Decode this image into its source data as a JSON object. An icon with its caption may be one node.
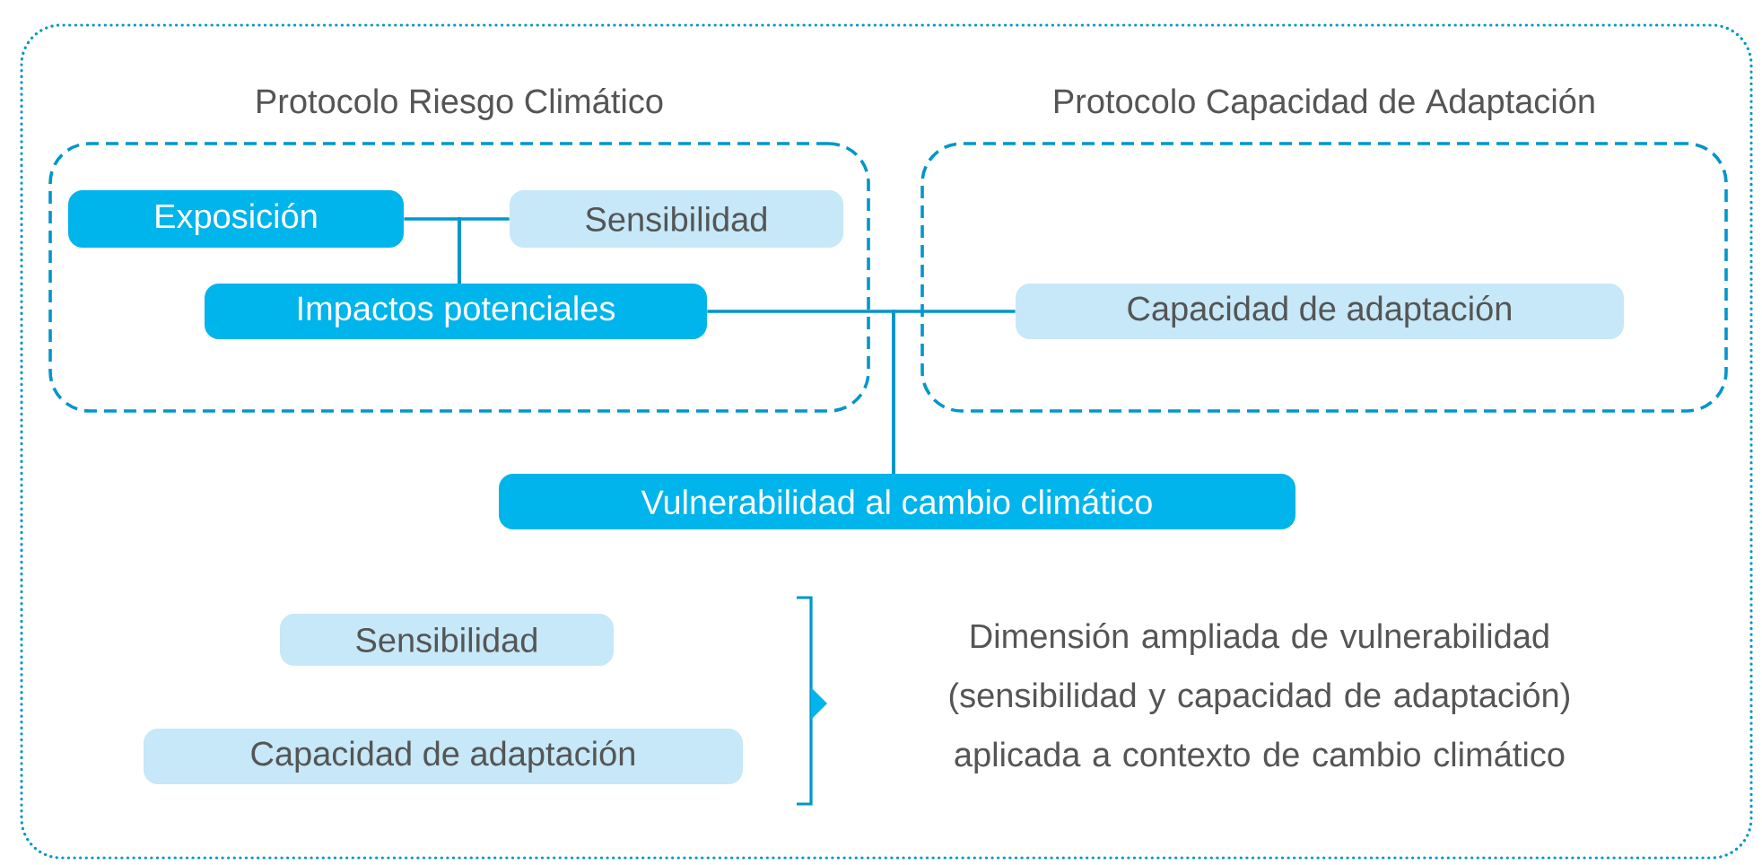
{
  "diagram": {
    "nodes": [
      {
        "text": [
          "Protocolo Riesgo Climático"
        ]
      },
      {
        "text": [
          "Exposición"
        ],
        "in": 0
      },
      {
        "text": [
          "Sensibilidad"
        ],
        "in": 0
      },
      {
        "text": [
          "Impactos potenciales"
        ],
        "in": 0
      },
      {
        "text": [
          "Protocolo Capacidad de Adaptación"
        ]
      },
      {
        "text": [
          "Capacidad de adaptación"
        ],
        "in": 4
      },
      {
        "text": [
          "Vulnerabilidad al cambio climático"
        ]
      },
      {
        "text": [
          "Sensibilidad"
        ]
      },
      {
        "text": [
          "Capacidad de adaptación"
        ]
      }
    ],
    "edges": [
      {
        "from": 1,
        "to": 3,
        "arrow": "none"
      },
      {
        "from": 2,
        "to": 3,
        "arrow": "none"
      },
      {
        "from": 3,
        "to": 6,
        "arrow": "none"
      },
      {
        "from": 5,
        "to": 6,
        "arrow": "none"
      }
    ],
    "labels": [
      "Dimensión ampliada de vulnerabilidad (sensibilidad y capacidad de adaptación) aplicada a contexto de cambio climático"
    ]
  }
}
